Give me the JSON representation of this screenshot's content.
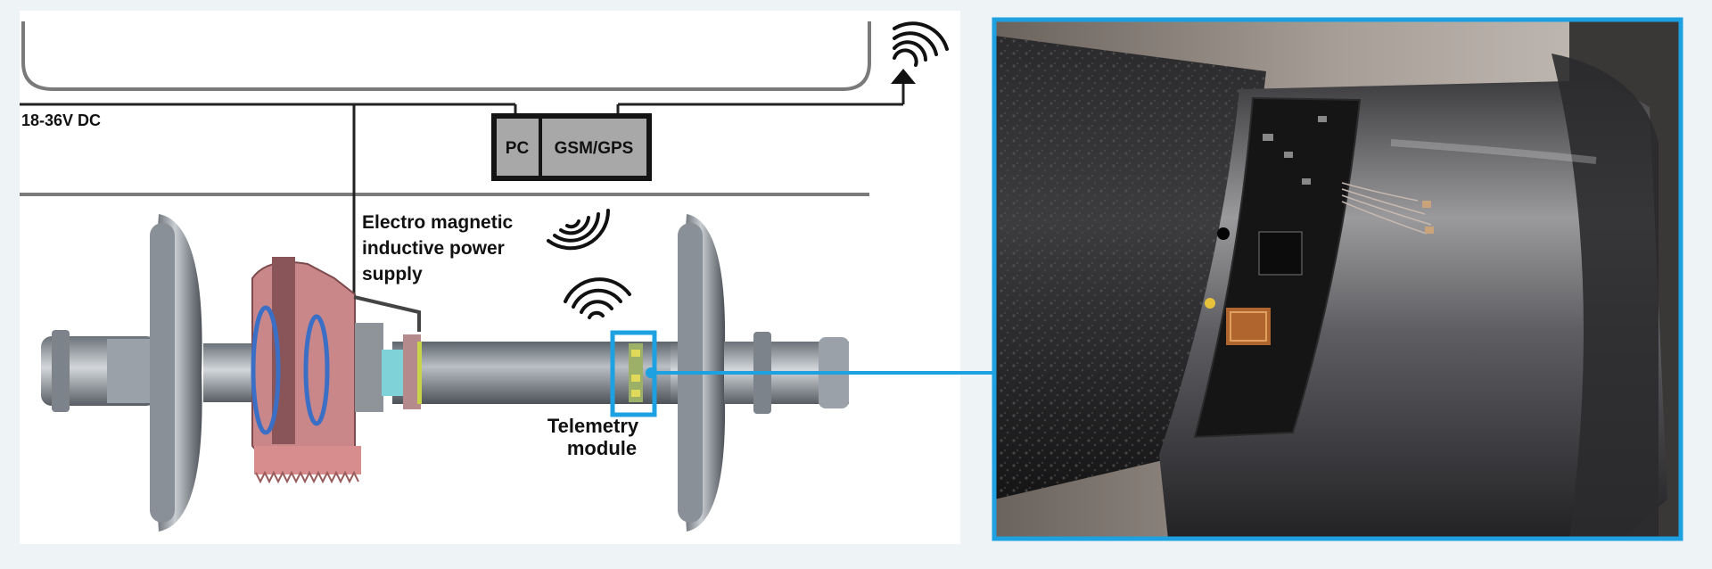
{
  "diagram": {
    "supply_label": "18-36V DC",
    "pc_label": "PC",
    "gsm_label": "GSM/GPS",
    "power_supply_label_lines": [
      "Electro magnetic",
      "inductive power",
      "supply"
    ],
    "telemetry_label_lines": [
      "Telemetry",
      "module"
    ]
  },
  "colors": {
    "highlight": "#1da1e0",
    "box_fill": "#a8a8a8",
    "line": "#222222",
    "rail": "#7a7a7a"
  },
  "icons": {
    "antenna": "antenna-icon",
    "wireless": "wireless-signal-icon",
    "photo": "telemetry-module-photo"
  }
}
